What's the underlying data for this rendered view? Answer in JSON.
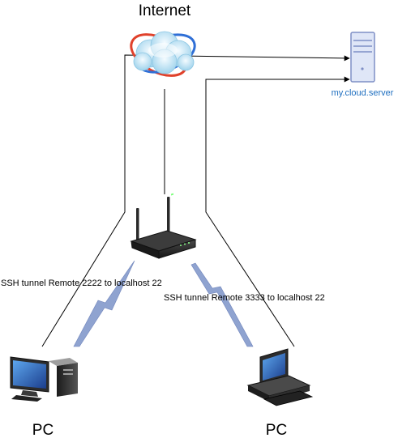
{
  "labels": {
    "internet": "Internet",
    "server": "my.cloud.server",
    "tunnel_left": "SSH tunnel Remote 2222 to localhost 22",
    "tunnel_right": "SSH tunnel Remote 3333 to localhost 22",
    "pc_left": "PC",
    "pc_right": "PC"
  },
  "icons": {
    "internet": "globe-cloud-icon",
    "server": "server-icon",
    "router": "wireless-router-icon",
    "pc_left": "desktop-pc-icon",
    "pc_right": "workstation-pc-icon",
    "wireless": "lightning-bolt-icon"
  },
  "colors": {
    "server_label": "#1f6fc0",
    "server_body": "#dfe6f7",
    "server_border": "#7f8fc5",
    "wireless_bolt": "#7f95c7",
    "connector": "#000000"
  }
}
